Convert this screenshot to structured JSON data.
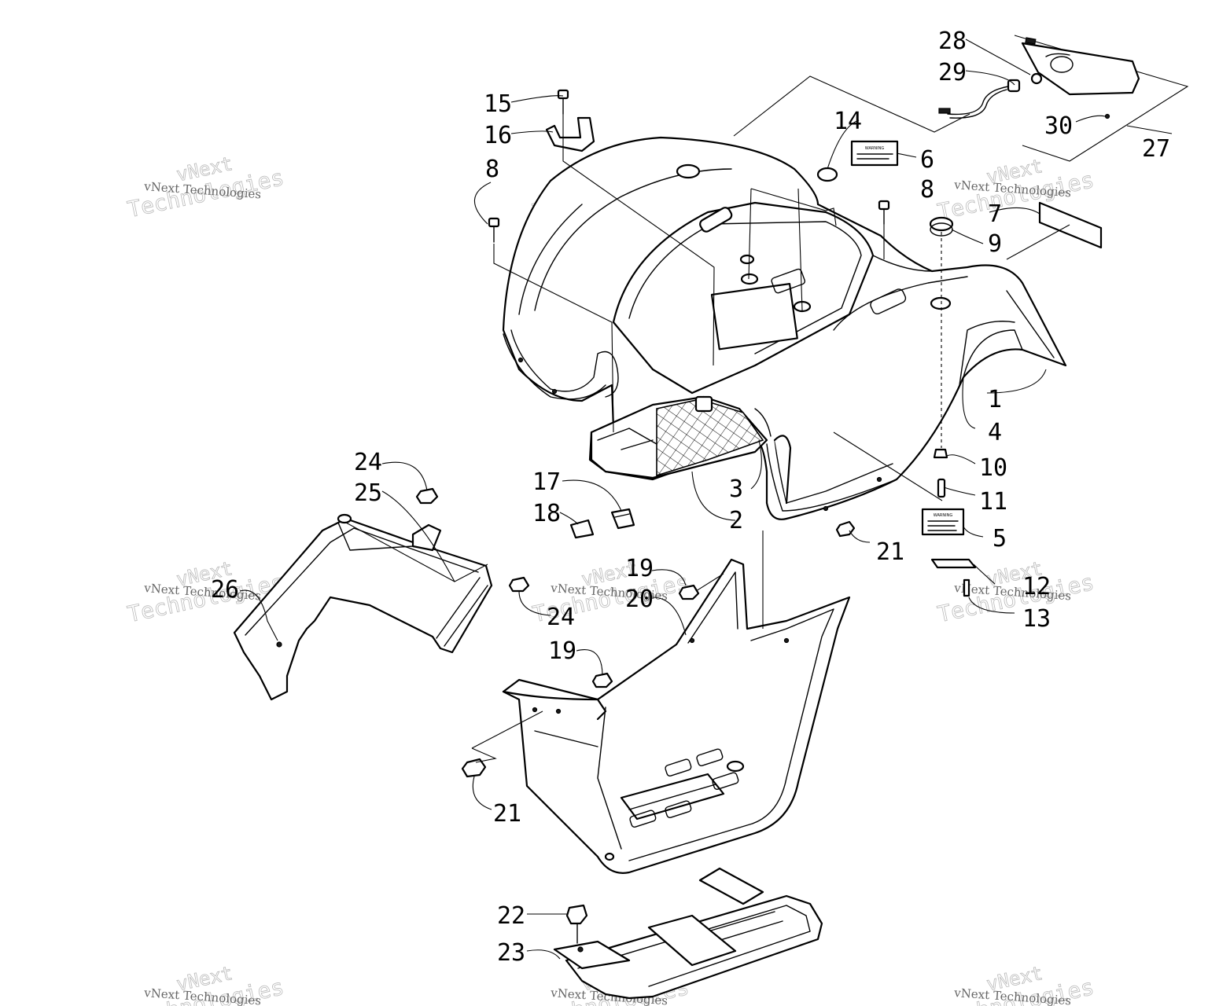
{
  "watermark": {
    "line1": "vNext",
    "line2": "Technologies",
    "small": "vNext Technologies"
  },
  "callouts": [
    {
      "id": "28",
      "label": "28"
    },
    {
      "id": "29",
      "label": "29"
    },
    {
      "id": "30",
      "label": "30"
    },
    {
      "id": "27",
      "label": "27"
    },
    {
      "id": "15",
      "label": "15"
    },
    {
      "id": "16",
      "label": "16"
    },
    {
      "id": "14",
      "label": "14"
    },
    {
      "id": "6",
      "label": "6"
    },
    {
      "id": "8a",
      "label": "8"
    },
    {
      "id": "8b",
      "label": "8"
    },
    {
      "id": "7",
      "label": "7"
    },
    {
      "id": "9",
      "label": "9"
    },
    {
      "id": "1",
      "label": "1"
    },
    {
      "id": "4",
      "label": "4"
    },
    {
      "id": "10",
      "label": "10"
    },
    {
      "id": "11",
      "label": "11"
    },
    {
      "id": "5",
      "label": "5"
    },
    {
      "id": "3",
      "label": "3"
    },
    {
      "id": "2",
      "label": "2"
    },
    {
      "id": "17",
      "label": "17"
    },
    {
      "id": "18",
      "label": "18"
    },
    {
      "id": "21a",
      "label": "21"
    },
    {
      "id": "12",
      "label": "12"
    },
    {
      "id": "13",
      "label": "13"
    },
    {
      "id": "24a",
      "label": "24"
    },
    {
      "id": "25",
      "label": "25"
    },
    {
      "id": "26",
      "label": "26"
    },
    {
      "id": "24b",
      "label": "24"
    },
    {
      "id": "19a",
      "label": "19"
    },
    {
      "id": "20",
      "label": "20"
    },
    {
      "id": "19b",
      "label": "19"
    },
    {
      "id": "21b",
      "label": "21"
    },
    {
      "id": "22",
      "label": "22"
    },
    {
      "id": "23",
      "label": "23"
    }
  ],
  "decals": {
    "warning_heading": "WARNING"
  }
}
